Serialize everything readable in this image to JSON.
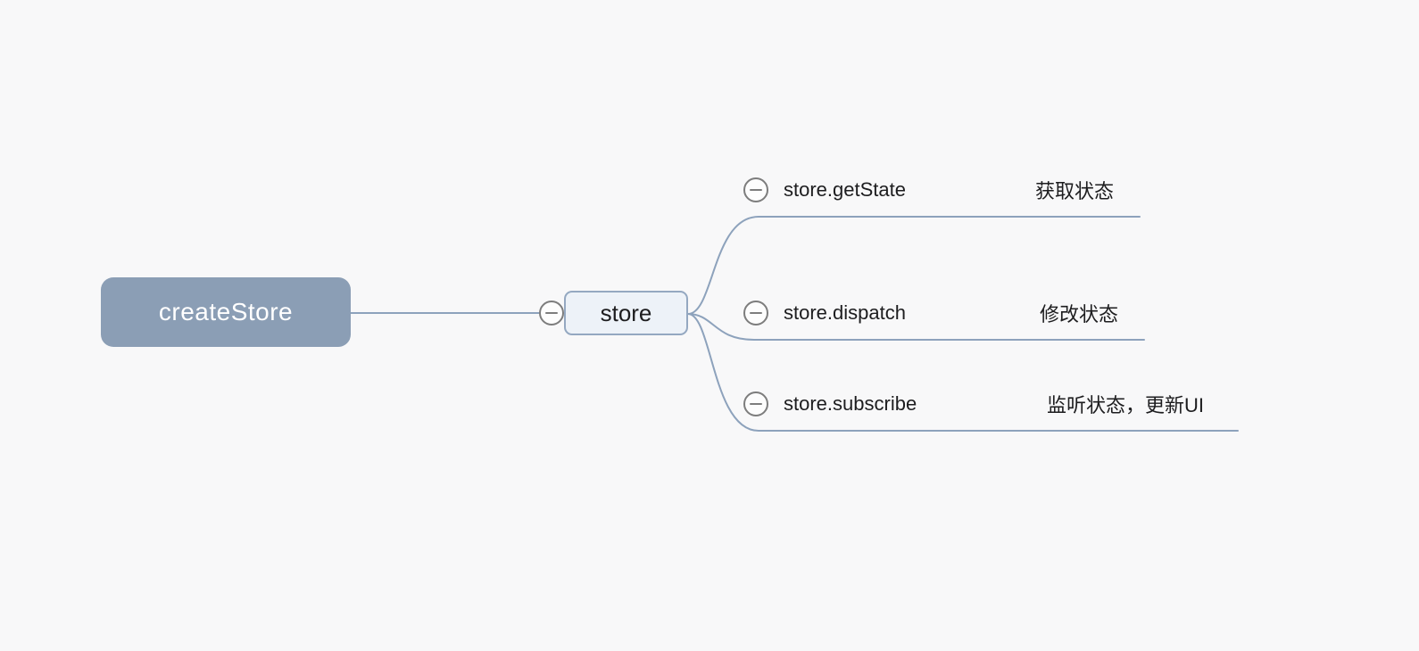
{
  "colors": {
    "bg": "#f8f8f9",
    "branch": "#8da2bc",
    "root-fill": "#8b9eb5",
    "root-text": "#ffffff",
    "child-fill": "#edf2f8",
    "child-border": "#94a8c1",
    "node-text": "#1d1d1f",
    "collapse": "#7d7d7d",
    "collapse-fill": "#fdfdfd"
  },
  "mindmap": {
    "root": {
      "label": "createStore"
    },
    "child": {
      "label": "store"
    },
    "leaves": [
      {
        "title": "store.getState",
        "note": "获取状态"
      },
      {
        "title": "store.dispatch",
        "note": "修改状态"
      },
      {
        "title": "store.subscribe",
        "note": "监听状态，更新UI"
      }
    ]
  }
}
